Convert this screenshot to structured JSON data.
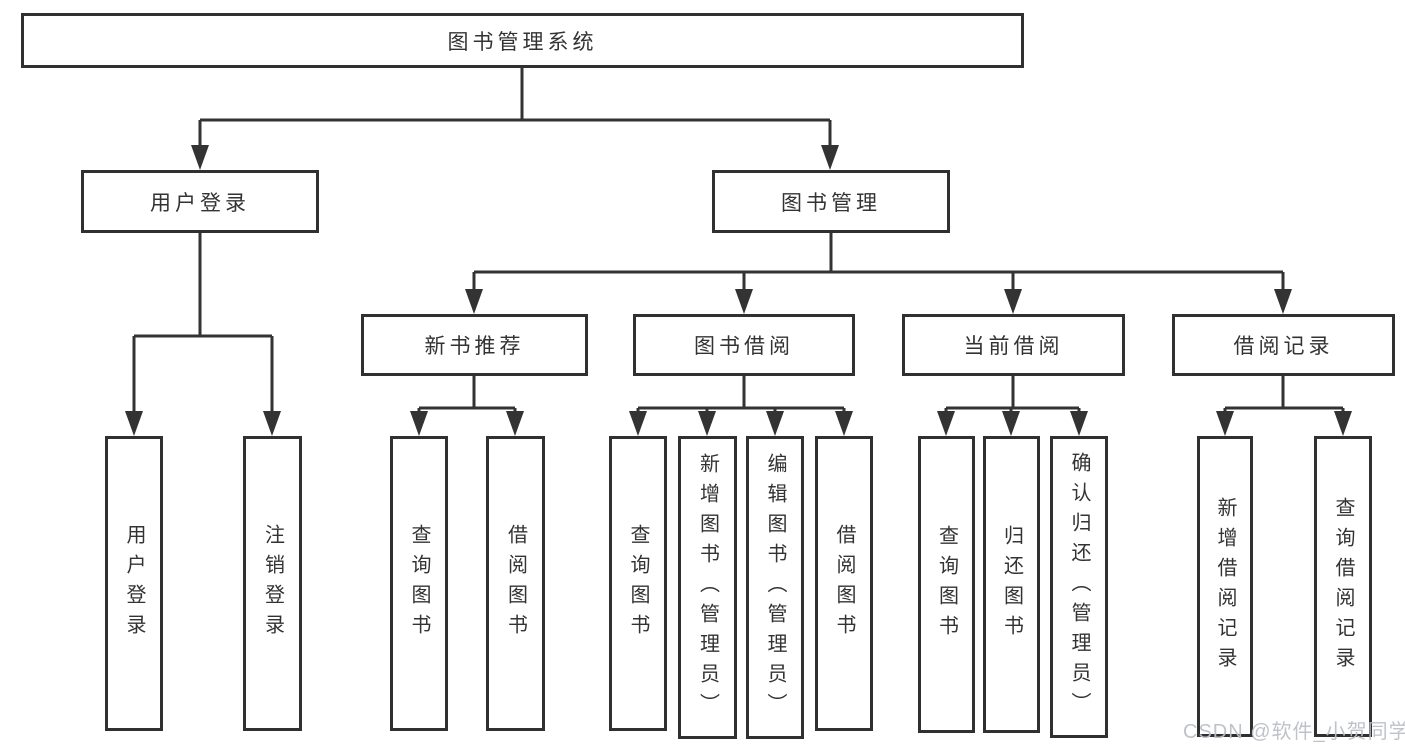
{
  "tree": {
    "root": {
      "label": "图书管理系统",
      "children": [
        {
          "label": "用户登录",
          "children": [
            {
              "label": "用户登录"
            },
            {
              "label": "注销登录"
            }
          ]
        },
        {
          "label": "图书管理",
          "children": [
            {
              "label": "新书推荐",
              "children": [
                {
                  "label": "查询图书"
                },
                {
                  "label": "借阅图书"
                }
              ]
            },
            {
              "label": "图书借阅",
              "children": [
                {
                  "label": "查询图书"
                },
                {
                  "label": "新增图书（管理员）"
                },
                {
                  "label": "编辑图书（管理员）"
                },
                {
                  "label": "借阅图书"
                }
              ]
            },
            {
              "label": "当前借阅",
              "children": [
                {
                  "label": "查询图书"
                },
                {
                  "label": "归还图书"
                },
                {
                  "label": "确认归还（管理员）"
                }
              ]
            },
            {
              "label": "借阅记录",
              "children": [
                {
                  "label": "新增借阅记录"
                },
                {
                  "label": "查询借阅记录"
                }
              ]
            }
          ]
        }
      ]
    }
  },
  "watermark": {
    "text": "CSDN @软件_小贺同学"
  },
  "colors": {
    "line": "#333333",
    "text": "#333333",
    "box_background": "#ffffff",
    "watermark": "#bbbfc6",
    "background": "#ffffff"
  }
}
